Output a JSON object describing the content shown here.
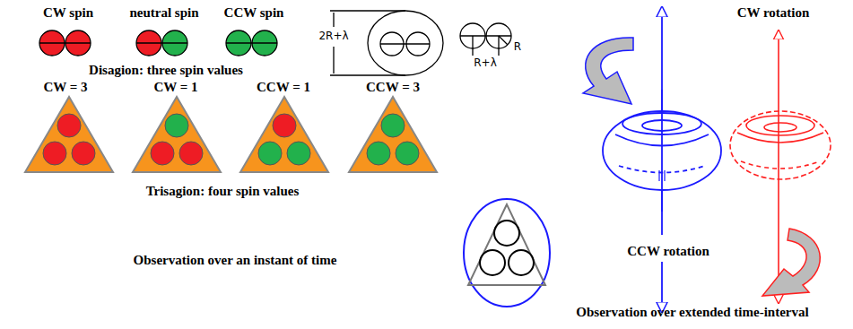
{
  "diagram": {
    "labels": [
      "CW spin",
      "neutral spin",
      "CCW spin",
      "2R+λ",
      "R+λ",
      "R",
      "Disagion: three spin values",
      "CW = 3",
      "CW = 1",
      "CCW = 1",
      "CCW = 3",
      "Trisagion: four spin values",
      "Observation over an instant of time",
      "CW rotation",
      "CCW rotation",
      "Observation over extended time-interval"
    ]
  }
}
